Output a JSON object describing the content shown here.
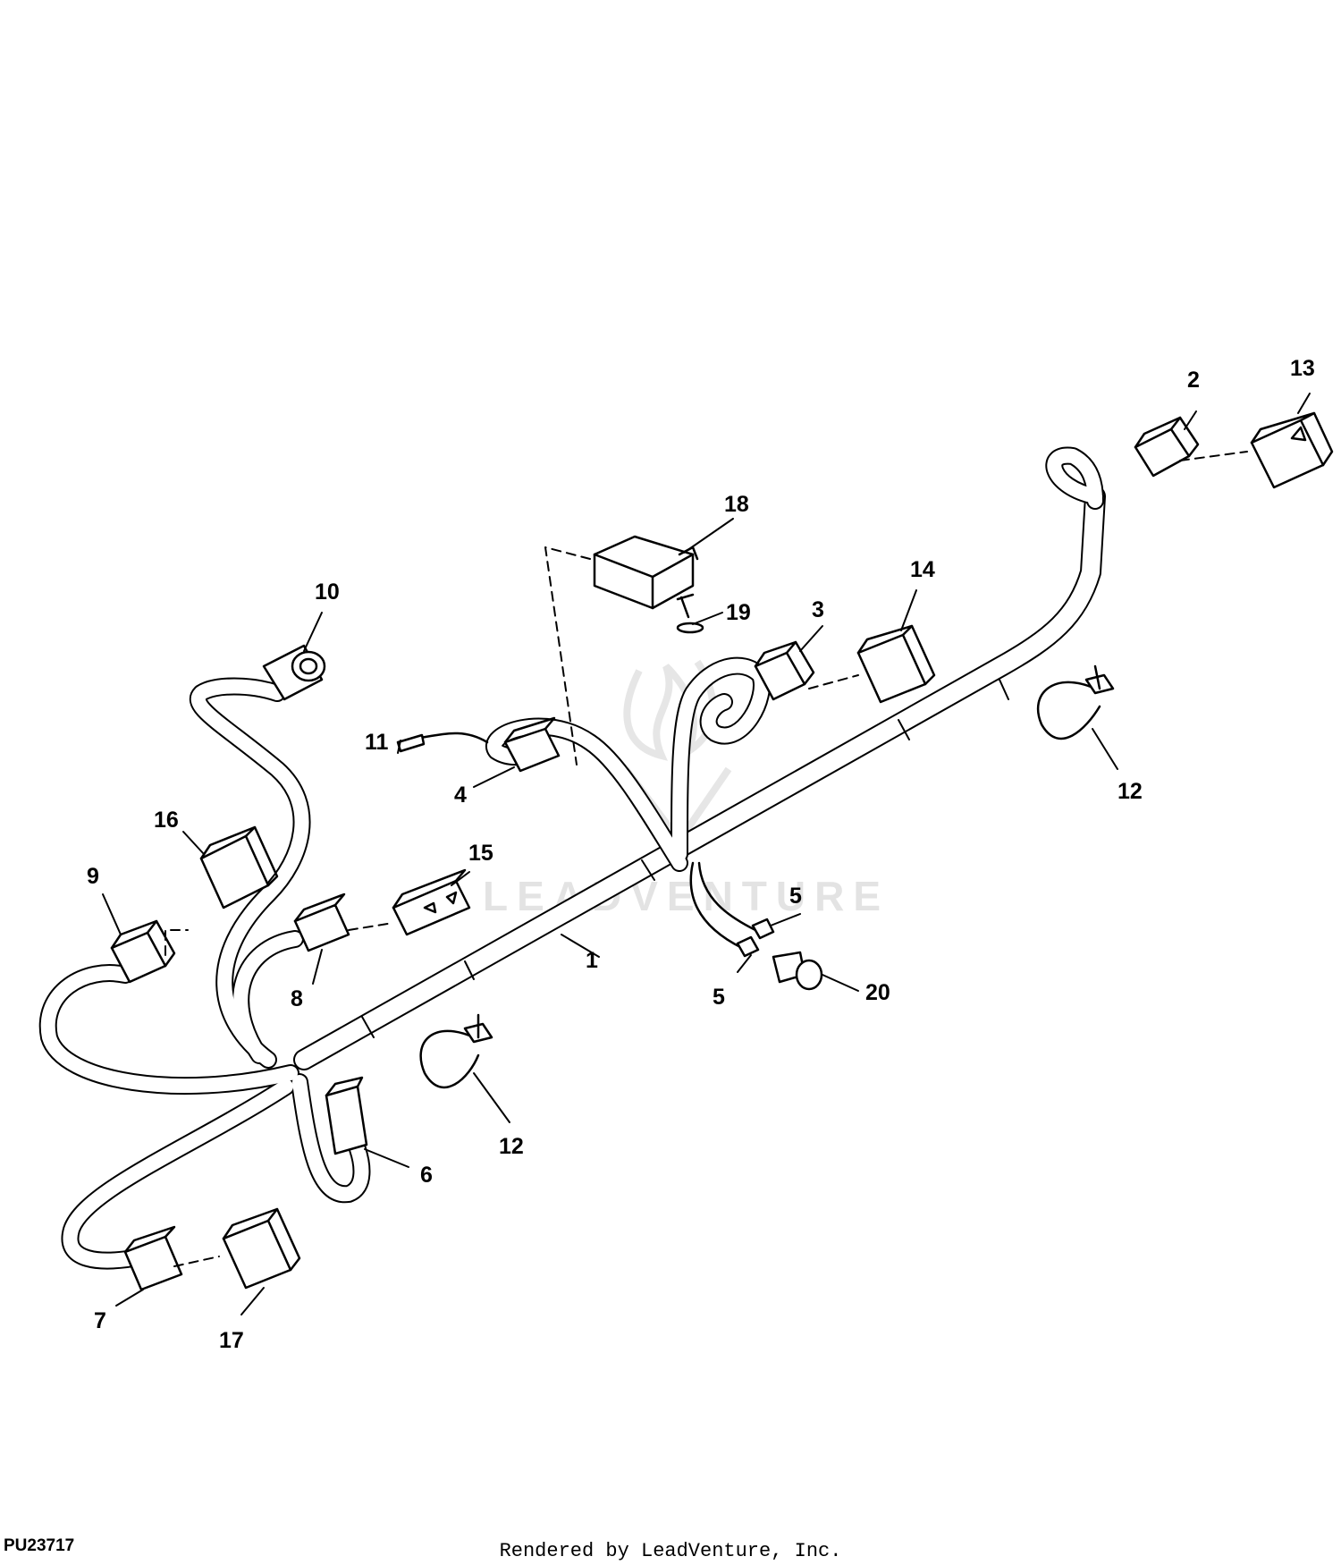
{
  "diagram": {
    "callouts": [
      "1",
      "2",
      "3",
      "4",
      "5",
      "5",
      "6",
      "7",
      "8",
      "9",
      "10",
      "11",
      "12",
      "12",
      "13",
      "14",
      "15",
      "16",
      "17",
      "18",
      "19",
      "20"
    ]
  },
  "figure_code": "PU23717",
  "watermark": {
    "brand": "LEADVENTURE"
  },
  "footer": {
    "credit": "Rendered by LeadVenture, Inc."
  },
  "colors": {
    "line": "#000000",
    "watermark": "#e3e3e3"
  }
}
